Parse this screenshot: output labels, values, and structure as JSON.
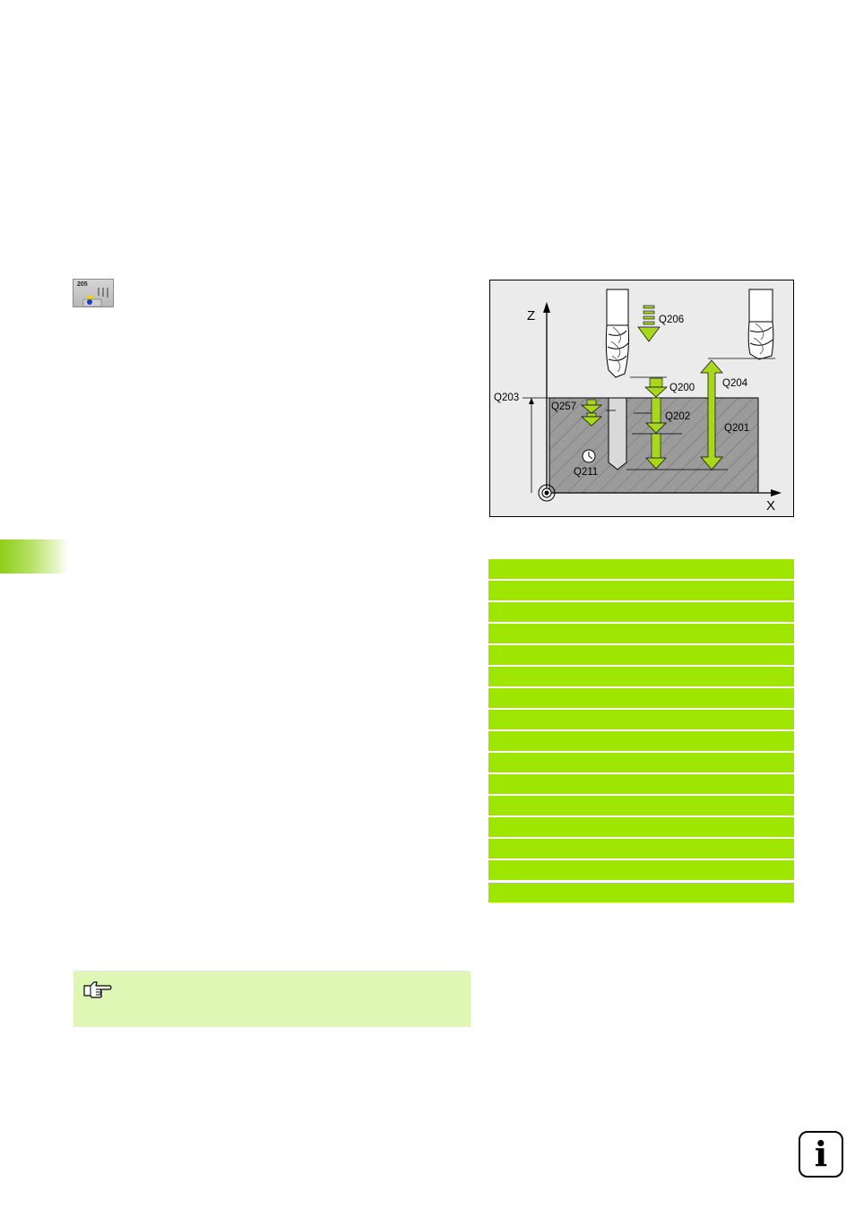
{
  "cycle_icon": {
    "number": "205",
    "name": "cycle-205-softkey-icon"
  },
  "figure": {
    "axis_z": "Z",
    "axis_x": "X",
    "labels": {
      "q206": "Q206",
      "q200": "Q200",
      "q204": "Q204",
      "q203": "Q203",
      "q257": "Q257",
      "q202": "Q202",
      "q201": "Q201",
      "q211": "Q211"
    },
    "colors": {
      "arrow_green": "#a8d81e",
      "workpiece_fill": "#9b9b9b",
      "background": "#ebebeb"
    }
  },
  "param_table": {
    "row_count": 16,
    "row_color": "#9ee600"
  },
  "note": {
    "icon": "pointing-hand-icon",
    "background": "#dff7b5"
  },
  "info_icon": {
    "glyph": "i"
  },
  "chapter_tab": {
    "color": "#8ccf19"
  }
}
